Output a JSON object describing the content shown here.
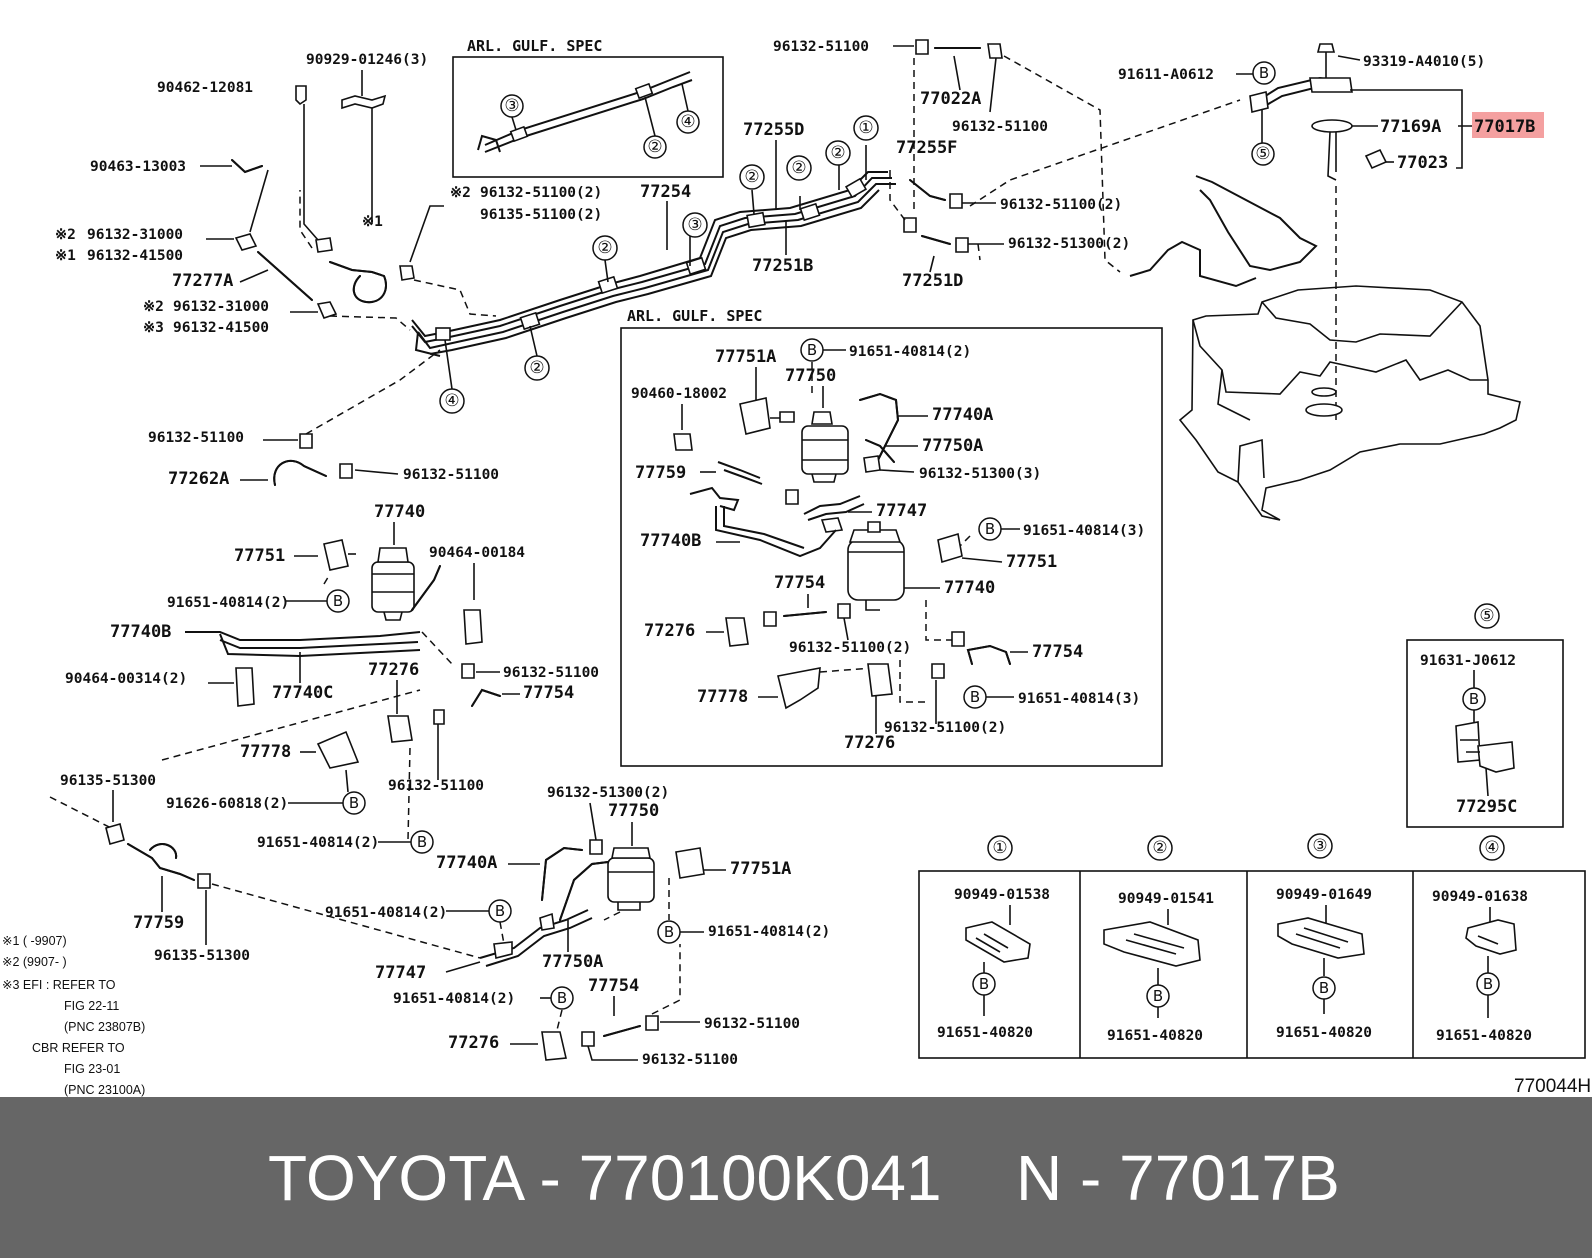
{
  "diagram": {
    "labels": [
      "90929-01246(3)",
      "90462-12081",
      "90463-13003",
      "96132-31000",
      "96132-41500",
      "77277A",
      "96132-31000",
      "96132-41500",
      "96132-51100(2)",
      "96135-51100(2)",
      "77254",
      "77255D",
      "77255F",
      "96132-51100",
      "77022A",
      "96132-51100",
      "96132-51100(2)",
      "96132-51300(2)",
      "77251B",
      "77251D",
      "91611-A0612",
      "93319-A4010(5)",
      "77169A",
      "77017B",
      "77023",
      "96132-51100",
      "77262A",
      "96132-51100",
      "77740",
      "77751",
      "90464-00184",
      "91651-40814(2)",
      "77740B",
      "90464-00314(2)",
      "77740C",
      "77276",
      "96132-51100",
      "77754",
      "77778",
      "96135-51300",
      "91626-60818(2)",
      "96132-51100",
      "91651-40814(2)",
      "77759",
      "96135-51300",
      "96132-51300(2)",
      "77750",
      "77740A",
      "77751A",
      "91651-40814(2)",
      "91651-40814(2)",
      "77747",
      "77750A",
      "91651-40814(2)",
      "77754",
      "96132-51100",
      "77276",
      "96132-51100",
      "77751A",
      "91651-40814(2)",
      "90460-18002",
      "77750",
      "77740A",
      "77750A",
      "77759",
      "96132-51300(3)",
      "77747",
      "77740B",
      "91651-40814(3)",
      "77751",
      "77754",
      "77740",
      "77276",
      "96132-51100(2)",
      "77754",
      "77778",
      "91651-40814(3)",
      "96132-51100(2)",
      "77276",
      "91631-J0612",
      "77295C",
      "90949-01538",
      "91651-40820",
      "90949-01541",
      "91651-40820",
      "90949-01649",
      "91651-40820",
      "90949-01638",
      "91651-40820",
      "770044H",
      "ARL. GULF. SPEC",
      "ARL. GULF. SPEC",
      "※1",
      "※2",
      "※1",
      "※2",
      "※3",
      "※1",
      "※2"
    ],
    "highlight": "77017B",
    "markers": [
      "1",
      "2",
      "3",
      "4",
      "5",
      "B"
    ],
    "footnotes": [
      "※1 (      -9907)",
      "※2 (9907-      )",
      "※3 EFI : REFER TO",
      "FIG 22-11",
      "(PNC 23807B)",
      "CBR REFER TO",
      "FIG 23-01",
      "(PNC 23100A)"
    ],
    "highlight_color": "#f4a0a0"
  },
  "banner": {
    "left": "TOYOTA - 770100K041",
    "right": "N - 77017B",
    "background": "#666666",
    "text_color": "#ffffff"
  }
}
